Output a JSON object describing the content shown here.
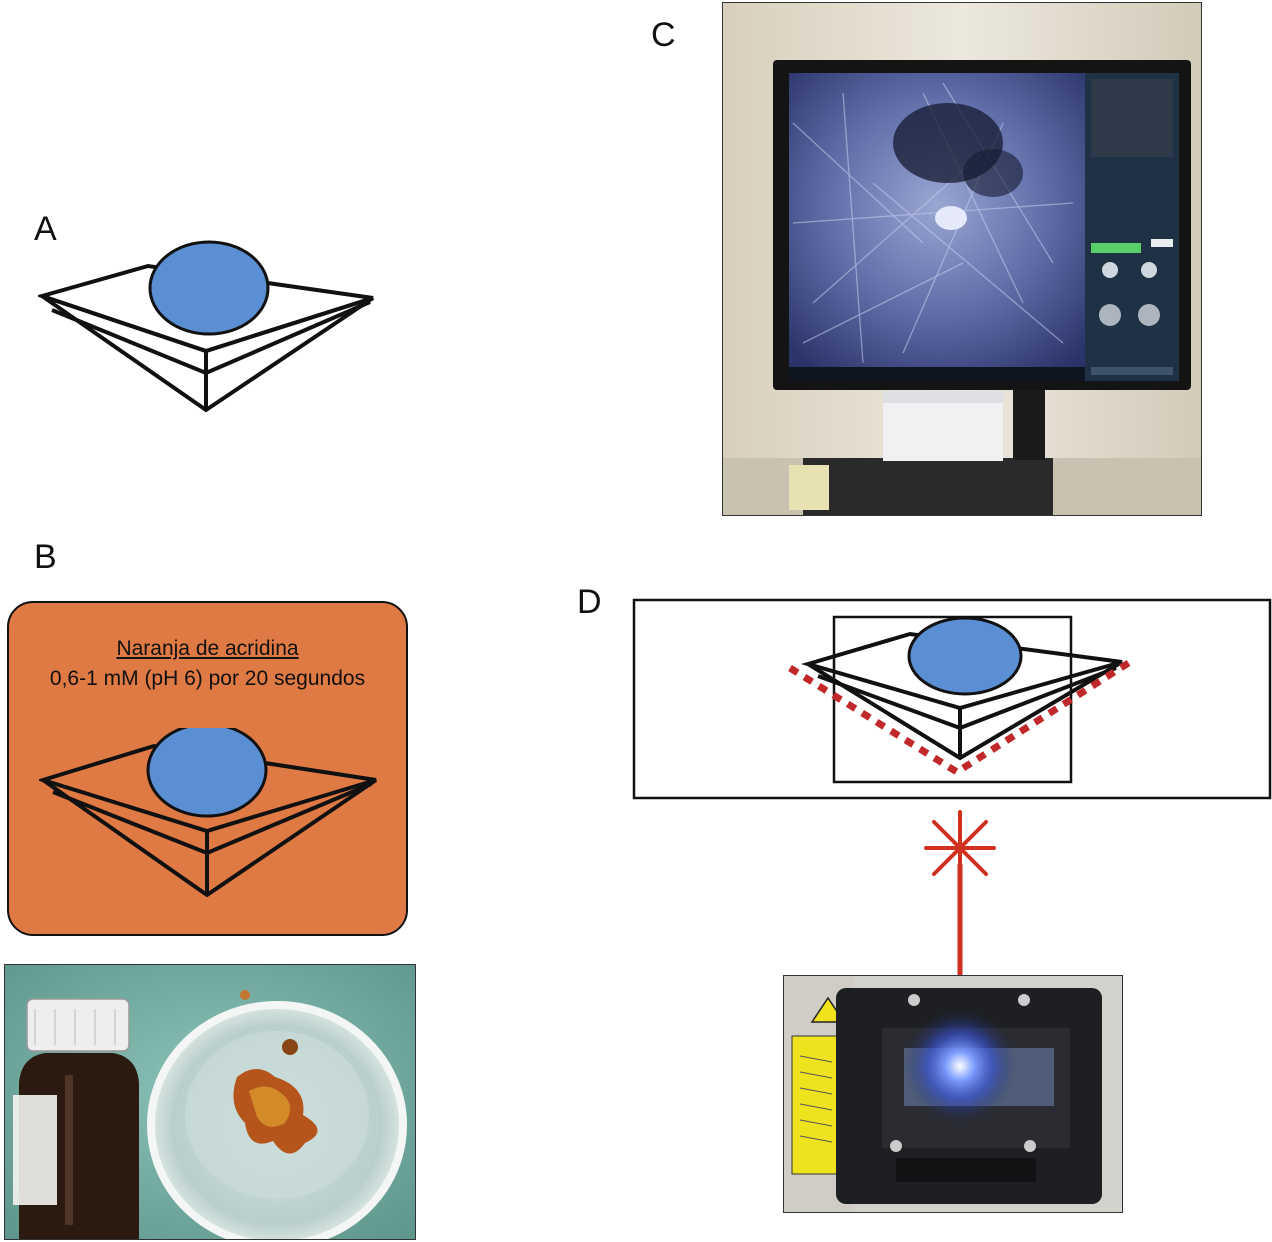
{
  "panels": {
    "a": {
      "letter": "A"
    },
    "b": {
      "letter": "B",
      "stain_title": "Naranja de acridina",
      "stain_detail": "0,6-1 mM (pH 6) por 20 segundos",
      "box_color": "#e07a45"
    },
    "c": {
      "letter": "C"
    },
    "d": {
      "letter": "D"
    }
  },
  "colors": {
    "specimen_blue": "#5b8fd4",
    "laser_red": "#d03020",
    "dotted_red": "#c0282a",
    "laser_glow": "#4a78ff"
  }
}
